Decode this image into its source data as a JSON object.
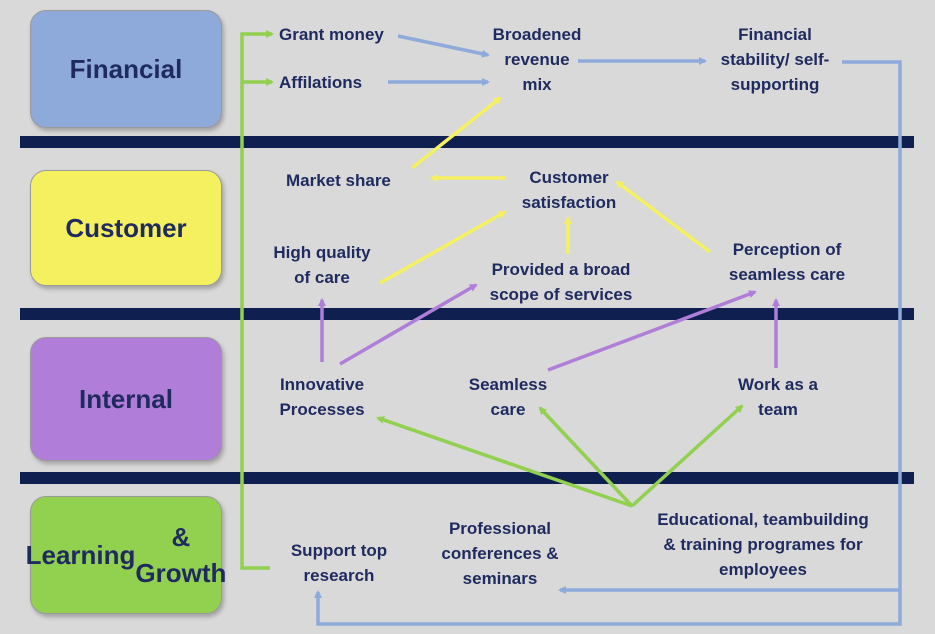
{
  "perspectives": {
    "financial": {
      "label": "Financial",
      "color": "#8eaadb"
    },
    "customer": {
      "label": "Customer",
      "color": "#f5f060"
    },
    "internal": {
      "label": "Internal",
      "color": "#b07ed8"
    },
    "learning": {
      "line1": "Learning",
      "line2": "& Growth",
      "color": "#92d050"
    }
  },
  "nodes": {
    "grant_money": "Grant money",
    "affiliations": "Affilations",
    "broadened_revenue": {
      "line1": "Broadened",
      "line2": "revenue",
      "line3": "mix"
    },
    "financial_stability": {
      "line1": "Financial",
      "line2": "stability/ self-",
      "line3": "supporting"
    },
    "market_share": "Market share",
    "customer_satisfaction": {
      "line1": "Customer",
      "line2": "satisfaction"
    },
    "high_quality": {
      "line1": "High quality",
      "line2": "of care"
    },
    "broad_scope": {
      "line1": "Provided a broad",
      "line2": "scope of services"
    },
    "perception_seamless": {
      "line1": "Perception of",
      "line2": "seamless care"
    },
    "innovative_processes": {
      "line1": "Innovative",
      "line2": "Processes"
    },
    "seamless_care": {
      "line1": "Seamless",
      "line2": "care"
    },
    "work_as_team": {
      "line1": "Work as a",
      "line2": "team"
    },
    "support_research": {
      "line1": "Support top",
      "line2": "research"
    },
    "professional_conferences": {
      "line1": "Professional",
      "line2": "conferences &",
      "line3": "seminars"
    },
    "educational_programs": {
      "line1": "Educational, teambuilding",
      "line2": "& training programes for",
      "line3": "employees"
    }
  },
  "colors": {
    "band": "#0f2050",
    "text": "#1f2a5e",
    "arrow_blue": "#8eaadb",
    "arrow_yellow": "#f5f060",
    "arrow_purple": "#b07ed8",
    "arrow_green": "#92d050"
  }
}
